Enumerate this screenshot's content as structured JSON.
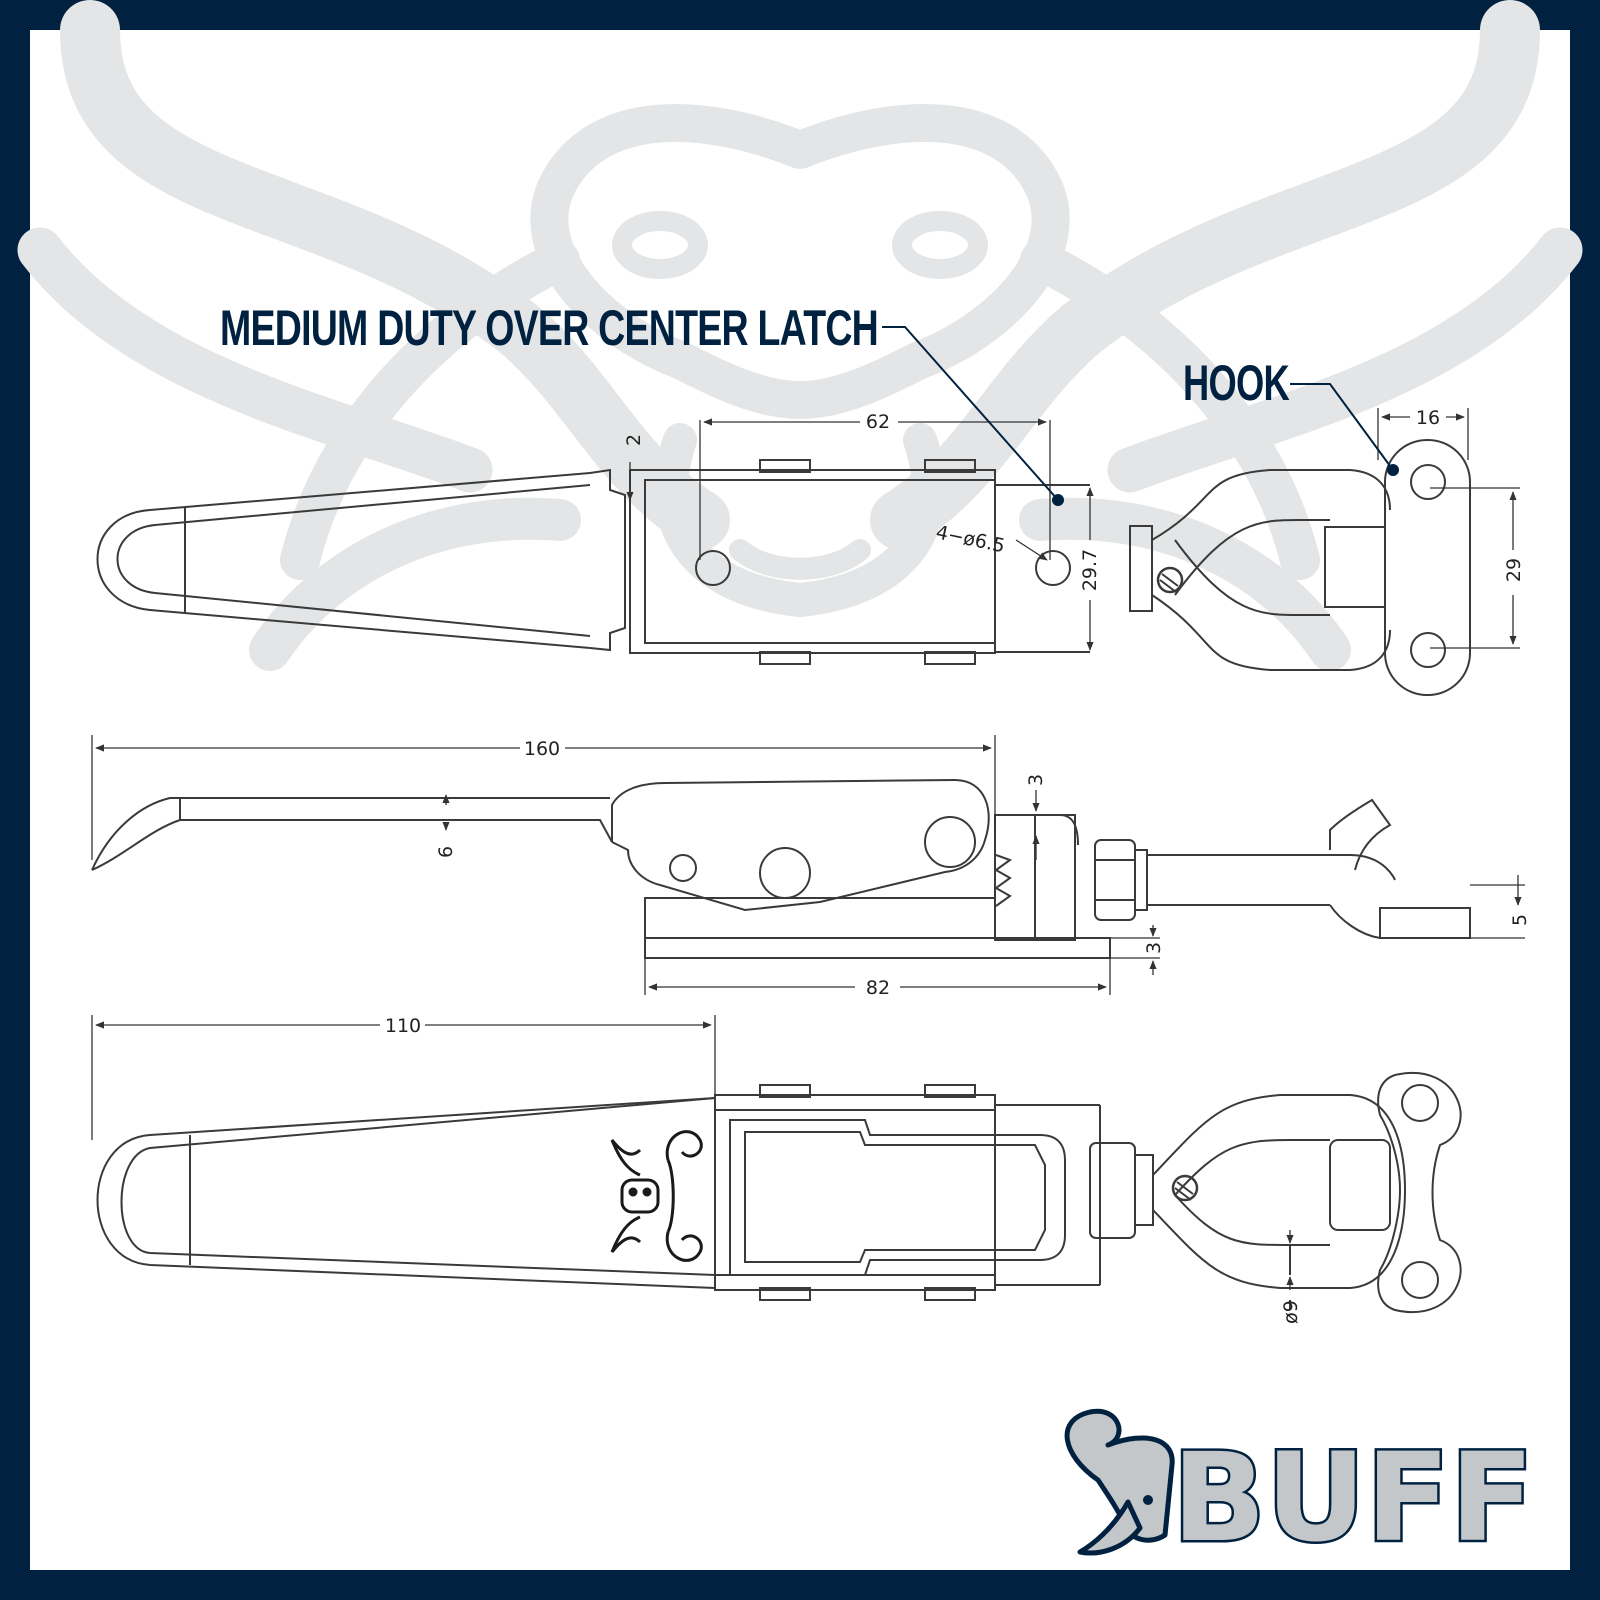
{
  "callouts": {
    "latch": "MEDIUM DUTY OVER CENTER LATCH",
    "hook": "HOOK"
  },
  "dimensions": {
    "top_span_62": "62",
    "thickness_2": "2",
    "hook_width_16": "16",
    "holes": "4−ø6.5",
    "height_29_7": "29.7",
    "hook_holes_29": "29",
    "length_160": "160",
    "gap_3_top": "3",
    "lever_6": "6",
    "hook_5": "5",
    "base_3": "3",
    "base_82": "82",
    "length_110": "110",
    "dia_9": "ø9"
  },
  "brand": {
    "name": "BUFF"
  },
  "colors": {
    "frame": "#002240",
    "watermark": "#e3e5e6",
    "line": "#3a3a3a",
    "logo_fill": "#c4c7ca"
  },
  "icons": {
    "watermark": "buffalo-head-icon",
    "logo": "buffalo-head-logo-icon",
    "engraving": "buffalo-emblem-icon"
  }
}
